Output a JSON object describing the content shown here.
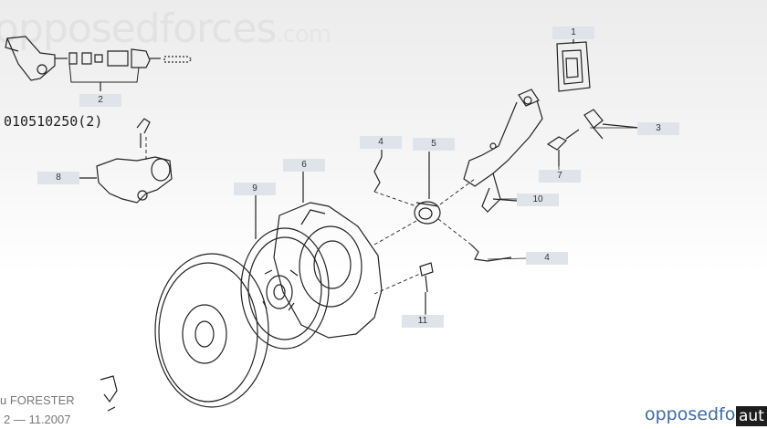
{
  "watermark": {
    "text": "opposedforces",
    "suffix": ".com"
  },
  "part_number": "010510250(2)",
  "callouts": [
    "1",
    "2",
    "3",
    "4",
    "5",
    "6",
    "7",
    "8",
    "9",
    "10",
    "4",
    "11"
  ],
  "caption": {
    "model": "u FORESTER",
    "dates": "2 — 11.2007"
  },
  "brand": {
    "text": "opposedfo",
    "box_text": "aut"
  }
}
